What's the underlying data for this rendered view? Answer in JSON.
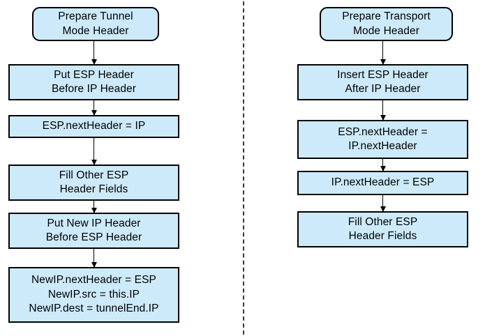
{
  "diagram": {
    "title": "IPsec ESP Header Preparation Flowcharts",
    "background_color": "#ffffff",
    "node_fill_color": "#cdeafa",
    "node_border_color": "#000000",
    "connector_color": "#000000",
    "divider_color": "#3a3a3a"
  },
  "left_flow": {
    "name": "tunnel-mode",
    "nodes": [
      {
        "id": "tunnel-start",
        "shape": "rounded",
        "lines": [
          "Prepare Tunnel",
          "Mode Header"
        ]
      },
      {
        "id": "put-esp-header",
        "shape": "rect",
        "lines": [
          "Put ESP Header",
          "Before IP Header"
        ]
      },
      {
        "id": "esp-nextheader-ip",
        "shape": "rect",
        "lines": [
          "ESP.nextHeader = IP"
        ]
      },
      {
        "id": "fill-other-esp-fields",
        "shape": "rect",
        "lines": [
          "Fill Other ESP",
          "Header Fields"
        ]
      },
      {
        "id": "put-new-ip-header",
        "shape": "rect",
        "lines": [
          "Put New IP Header",
          "Before ESP Header"
        ]
      },
      {
        "id": "newip-assignments",
        "shape": "rect",
        "lines": [
          "NewIP.nextHeader = ESP",
          "NewIP.src = this.IP",
          "NewIP.dest = tunnelEnd.IP"
        ]
      }
    ]
  },
  "right_flow": {
    "name": "transport-mode",
    "nodes": [
      {
        "id": "transport-start",
        "shape": "rounded",
        "lines": [
          "Prepare Transport",
          "Mode Header"
        ]
      },
      {
        "id": "insert-esp-header",
        "shape": "rect",
        "lines": [
          "Insert ESP Header",
          "After IP Header"
        ]
      },
      {
        "id": "esp-nextheader-ipnextheader",
        "shape": "rect",
        "lines": [
          "ESP.nextHeader =",
          "IP.nextHeader"
        ]
      },
      {
        "id": "ip-nextheader-esp",
        "shape": "rect",
        "lines": [
          "IP.nextHeader = ESP"
        ]
      },
      {
        "id": "fill-other-esp-fields-transport",
        "shape": "rect",
        "lines": [
          "Fill Other ESP",
          "Header Fields"
        ]
      }
    ]
  }
}
